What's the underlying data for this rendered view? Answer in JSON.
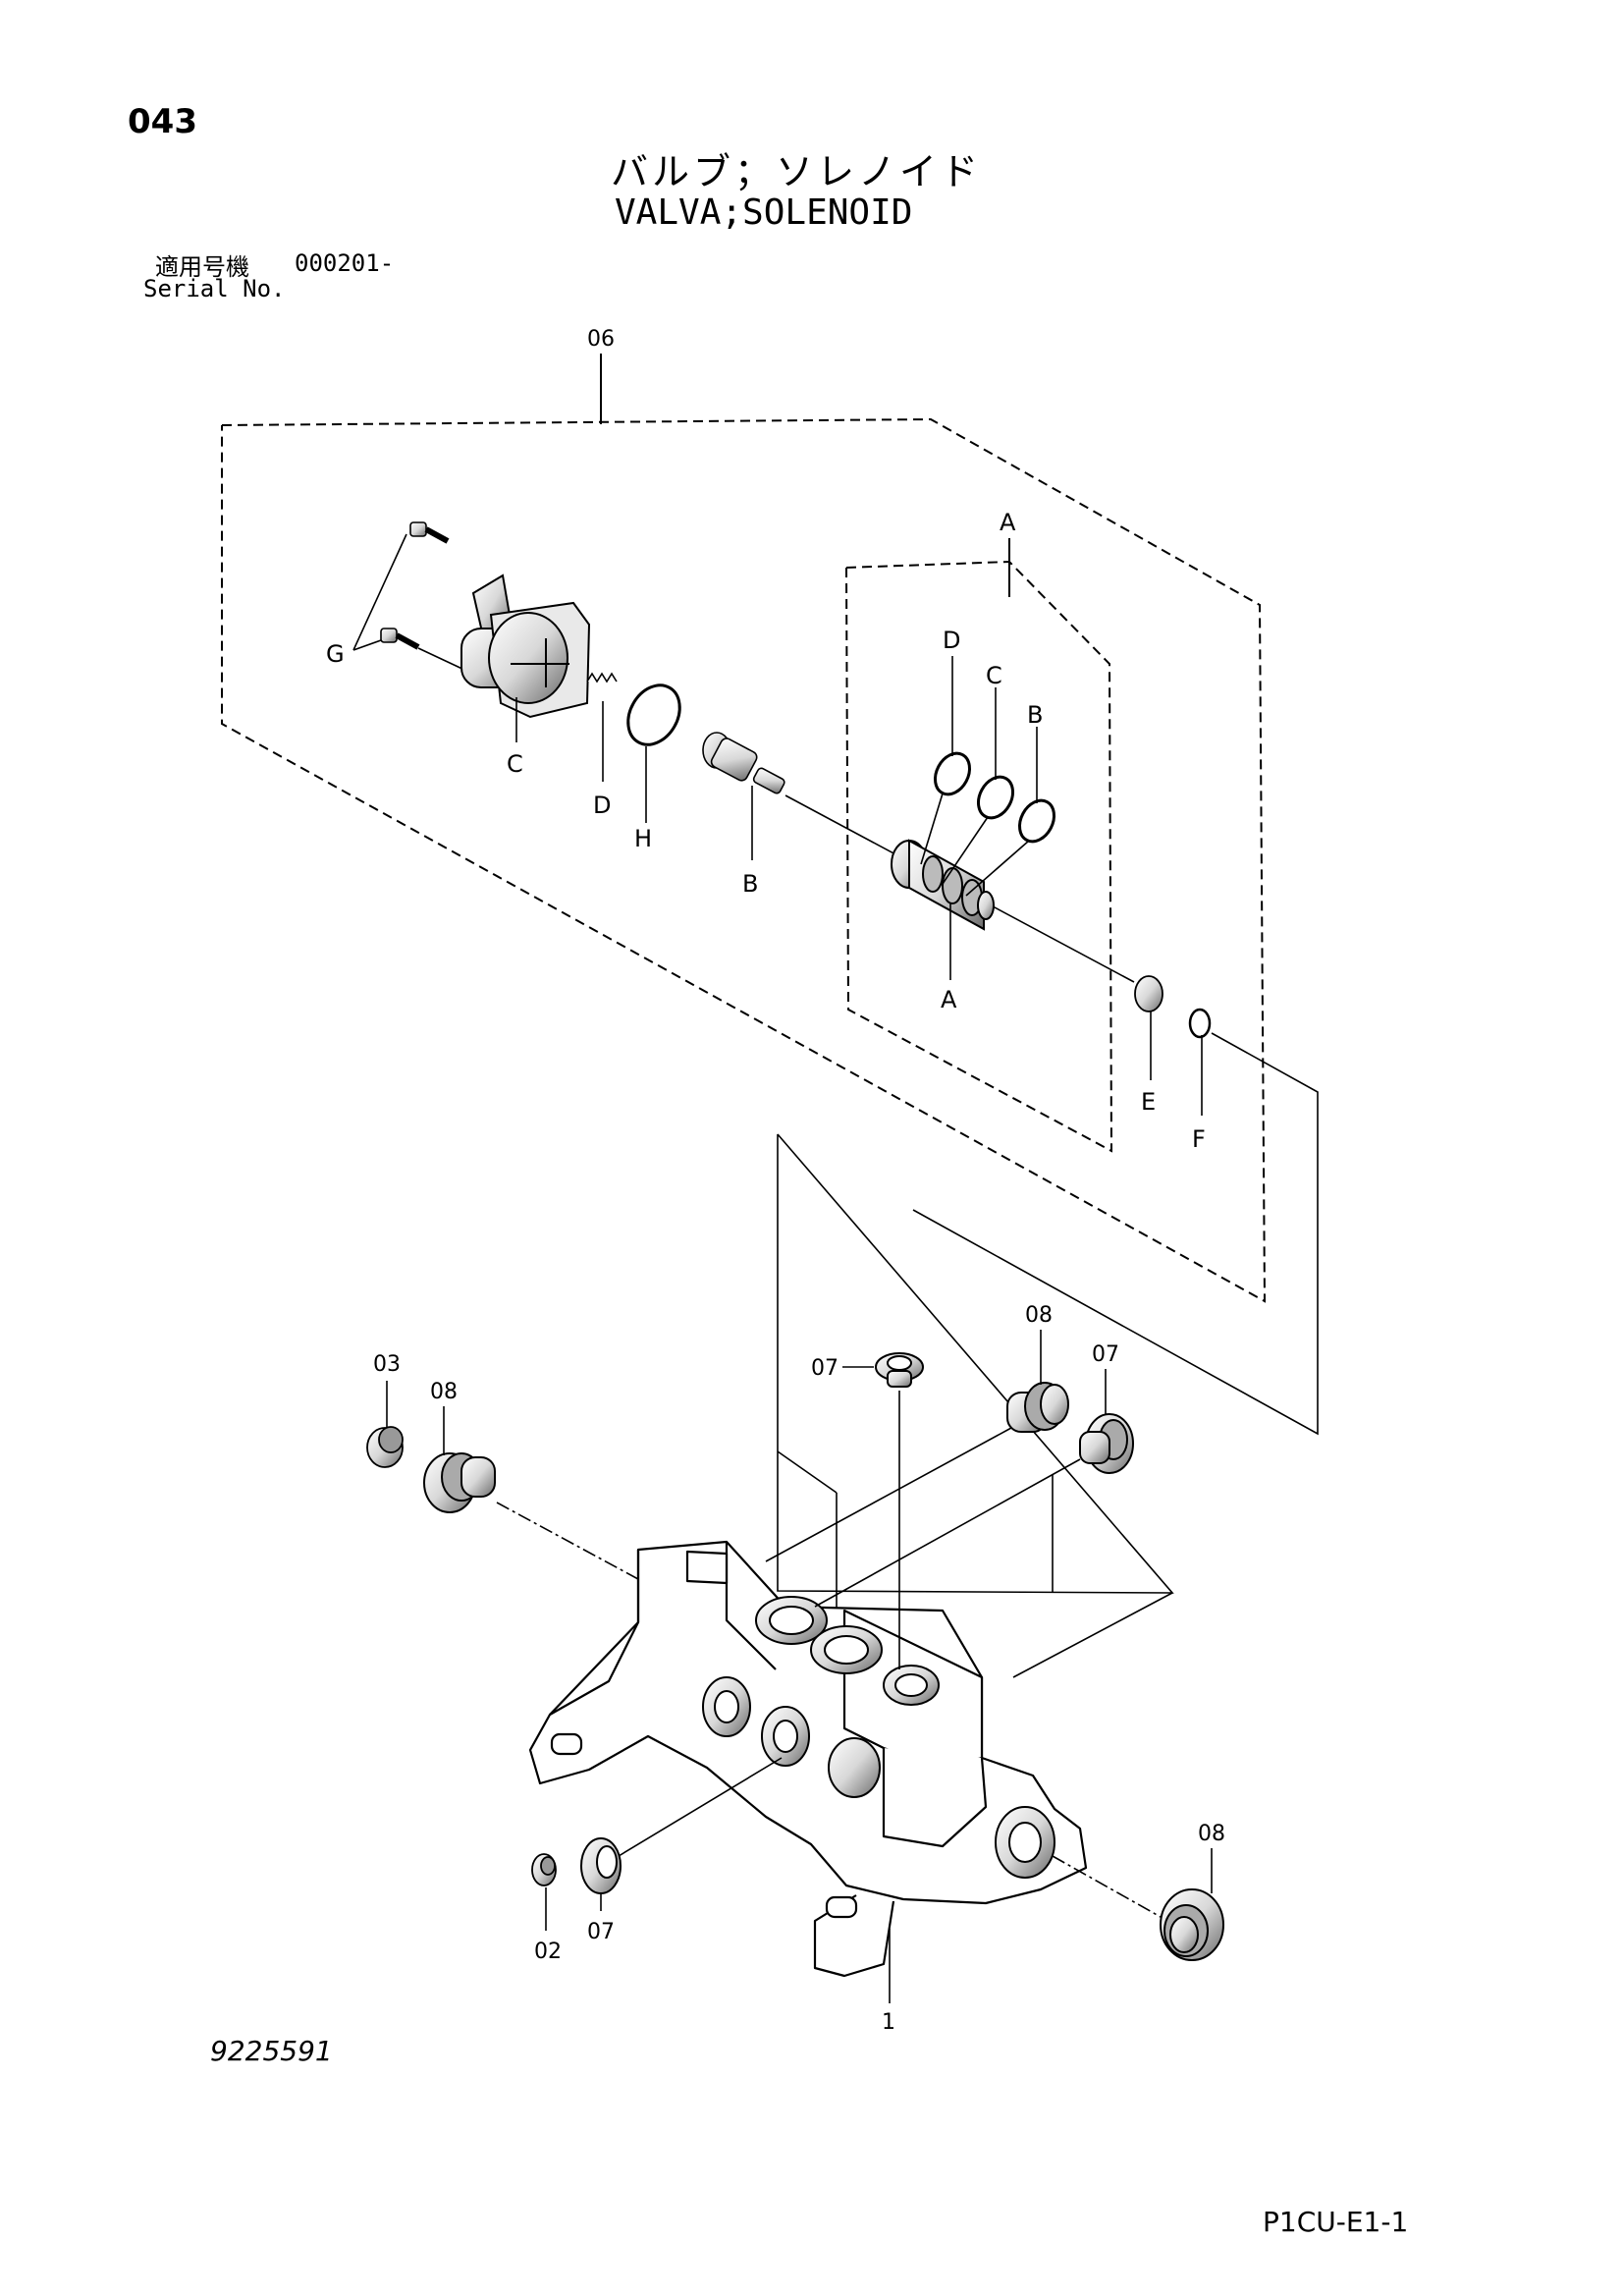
{
  "header": {
    "page_number": "043",
    "title_jp": "バルブ；ソレノイド",
    "title_en": "VALVA;SOLENOID",
    "serial_label_jp": "適用号機",
    "serial_value": "000201-",
    "serial_label_en": "Serial No."
  },
  "labels": {
    "assy_06": "06",
    "sub_a_top": "A",
    "sub_a_bottom": "A",
    "g": "G",
    "c_left": "C",
    "d_left": "D",
    "h": "H",
    "b_left": "B",
    "d_right": "D",
    "c_right": "C",
    "b_right": "B",
    "e": "E",
    "f": "F",
    "p03": "03",
    "p08_left": "08",
    "p07_top": "07",
    "p08_top": "08",
    "p07_right": "07",
    "p08_bottom": "08",
    "p07_bottom": "07",
    "p02": "02",
    "p1": "1"
  },
  "footer": {
    "drawing_number": "9225591",
    "sheet_code": "P1CU-E1-1"
  }
}
